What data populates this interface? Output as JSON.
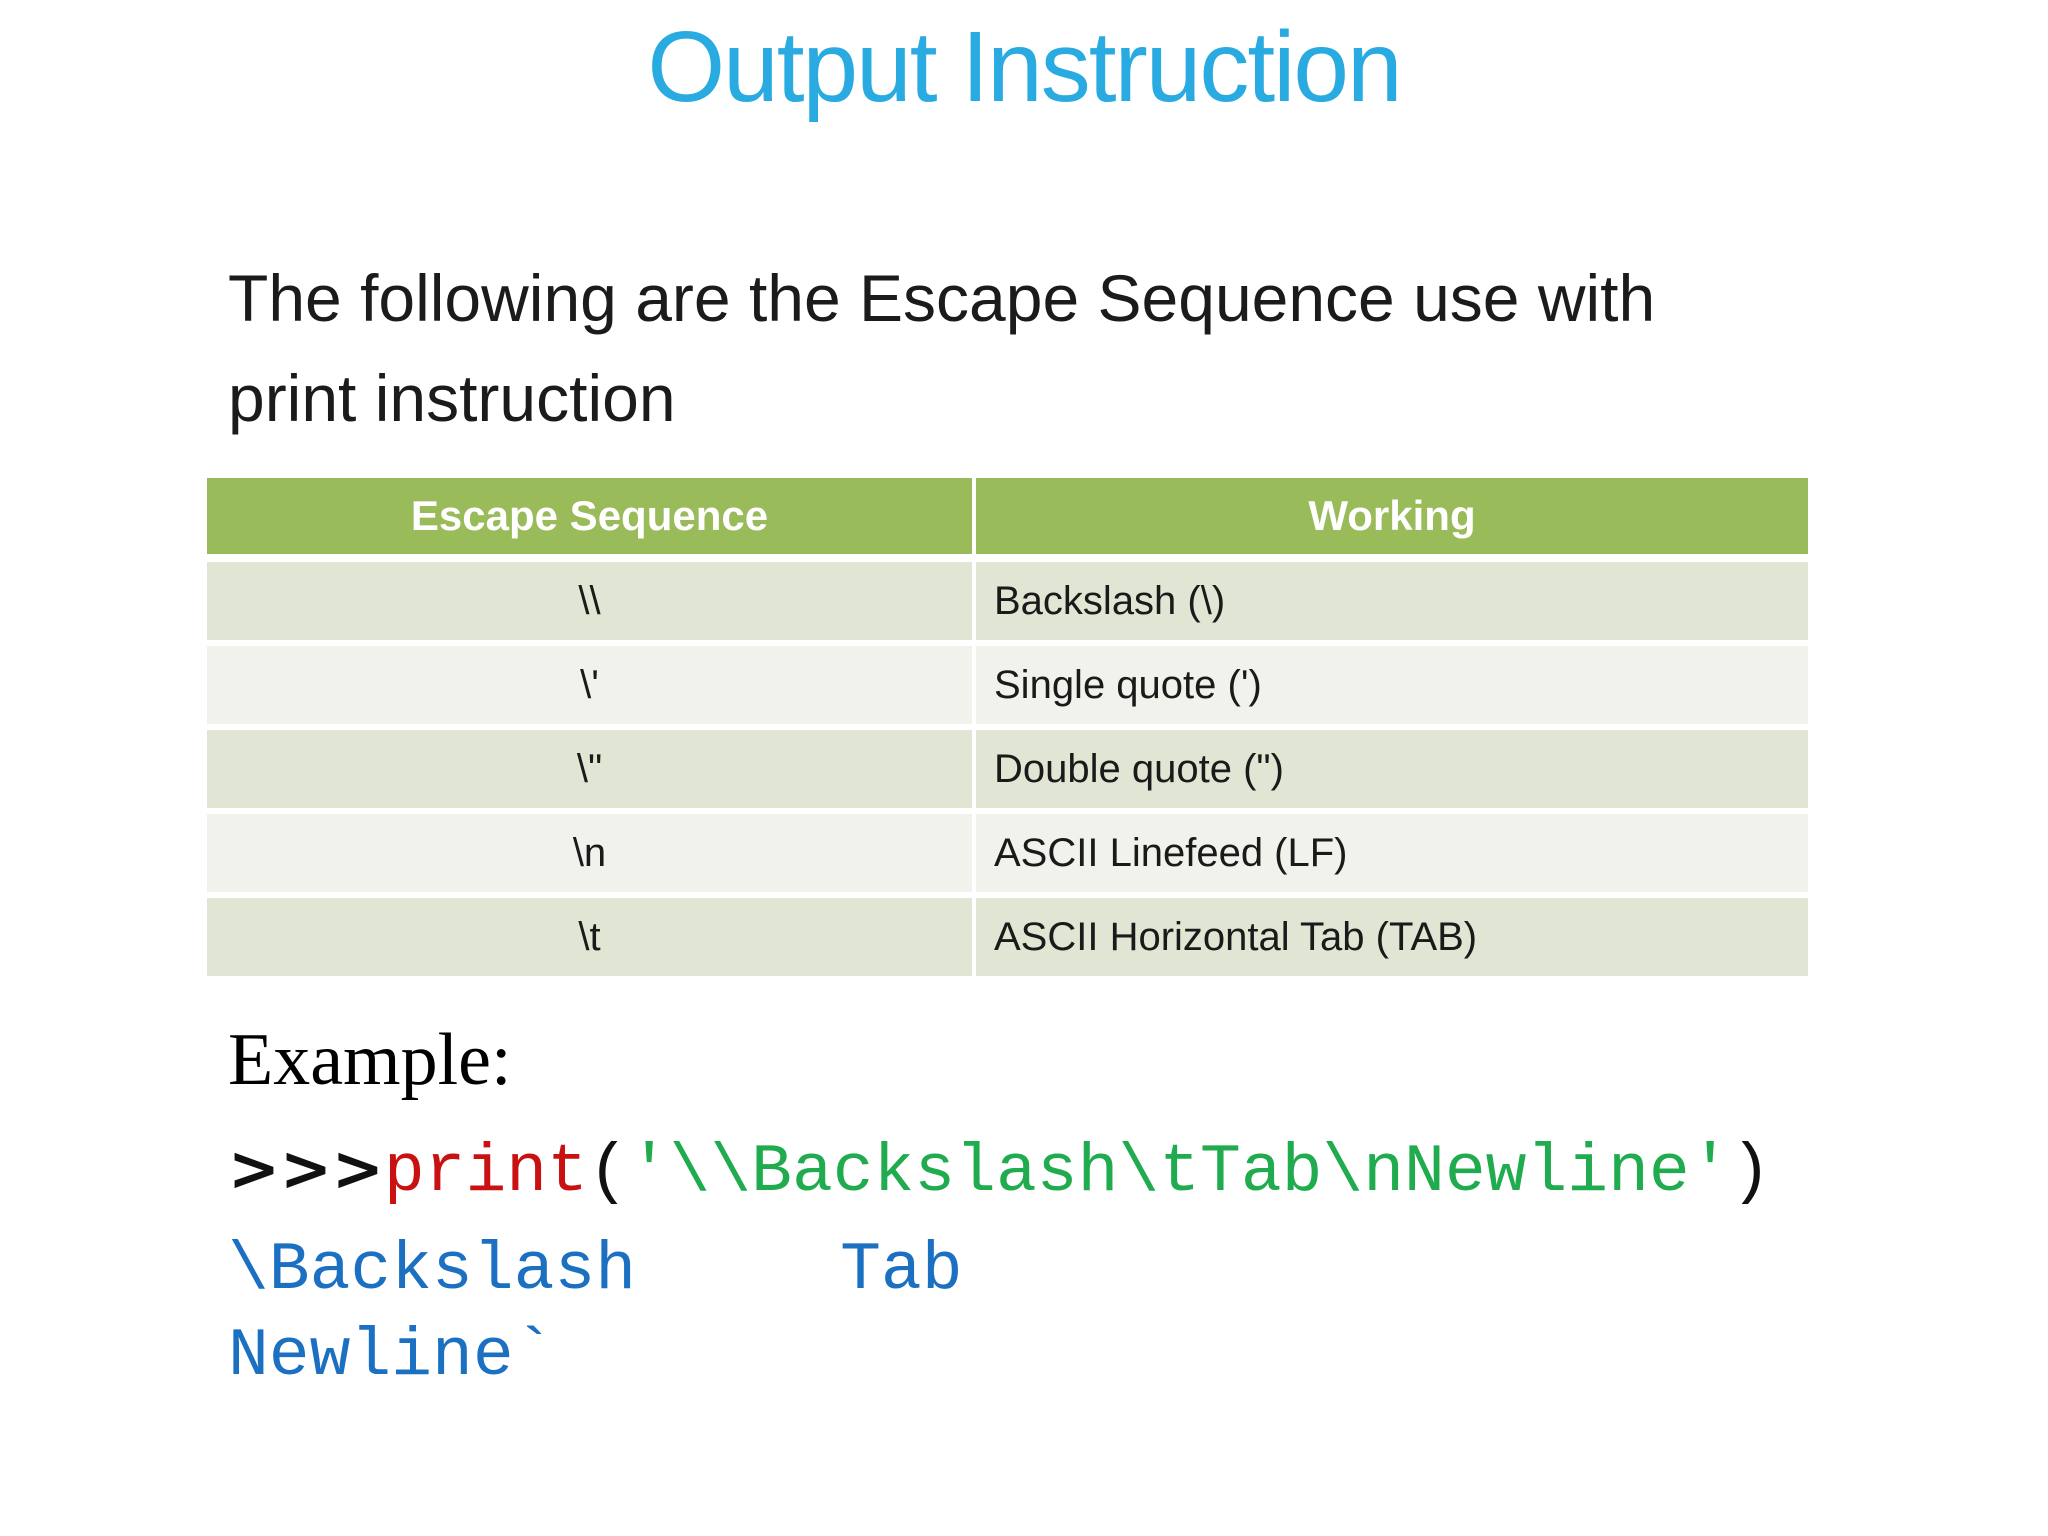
{
  "slide": {
    "title": "Output Instruction",
    "intro_line1": "The following are the Escape Sequence use with",
    "intro_line2": "print instruction"
  },
  "table": {
    "headers": [
      "Escape Sequence",
      "Working"
    ],
    "rows": [
      [
        "\\\\",
        "Backslash (\\)"
      ],
      [
        "\\'",
        "Single quote (')"
      ],
      [
        "\\\"",
        "Double quote (\")"
      ],
      [
        "\\n",
        "ASCII Linefeed (LF)"
      ],
      [
        "\\t",
        "ASCII Horizontal Tab (TAB)"
      ]
    ]
  },
  "example": {
    "label": "Example:",
    "code": {
      "prompt": ">>>",
      "function": "print",
      "open_paren": "(",
      "string_literal": "'\\\\Backslash\\tTab\\nNewline'",
      "close_paren": ")"
    },
    "output": {
      "line1": "\\Backslash     Tab",
      "line2": "Newline`"
    }
  },
  "colors": {
    "title_blue": "#29ABE2",
    "table_header_green": "#9ABB59",
    "row_dark": "#E0E6D3",
    "row_light": "#F0F2EB",
    "keyword_red": "#CA1111",
    "string_green": "#21AB4F",
    "output_blue": "#1C70C2"
  }
}
